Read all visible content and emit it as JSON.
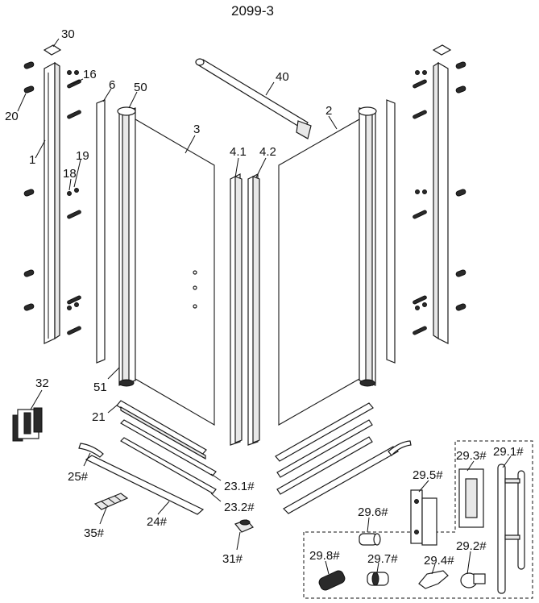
{
  "title": "2099-3",
  "labels": {
    "p30": "30",
    "p16": "16",
    "p20": "20",
    "p6": "6",
    "p50": "50",
    "p40": "40",
    "p3": "3",
    "p2": "2",
    "p1": "1",
    "p19": "19",
    "p18": "18",
    "p41": "4.1",
    "p42": "4.2",
    "p51": "51",
    "p32": "32",
    "p21": "21",
    "p25": "25#",
    "p231": "23.1#",
    "p232": "23.2#",
    "p24": "24#",
    "p35": "35#",
    "p31": "31#",
    "p293": "29.3#",
    "p291": "29.1#",
    "p295": "29.5#",
    "p296": "29.6#",
    "p298": "29.8#",
    "p297": "29.7#",
    "p294": "29.4#",
    "p292": "29.2#"
  }
}
